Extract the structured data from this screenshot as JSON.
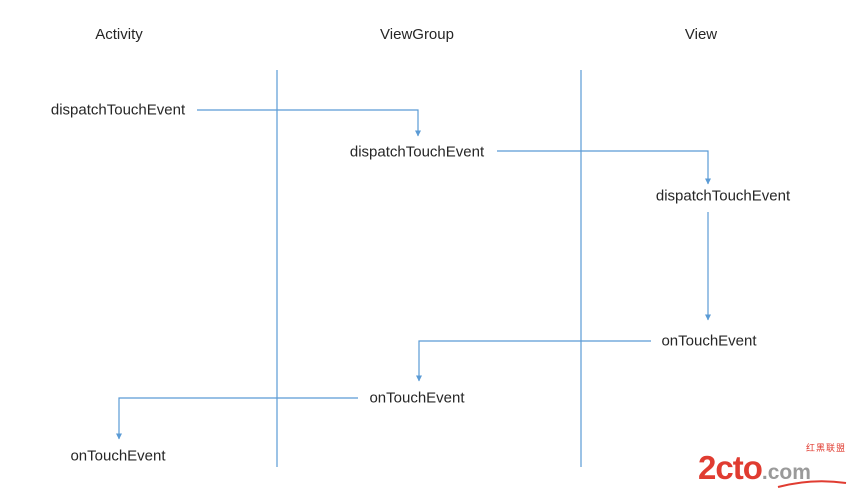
{
  "diagram": {
    "columns": [
      {
        "label": "Activity"
      },
      {
        "label": "ViewGroup"
      },
      {
        "label": "View"
      }
    ],
    "nodes": [
      {
        "id": "activity-dispatchTouchEvent",
        "label": "dispatchTouchEvent"
      },
      {
        "id": "viewgroup-dispatchTouchEvent",
        "label": "dispatchTouchEvent"
      },
      {
        "id": "view-dispatchTouchEvent",
        "label": "dispatchTouchEvent"
      },
      {
        "id": "view-onTouchEvent",
        "label": "onTouchEvent"
      },
      {
        "id": "viewgroup-onTouchEvent",
        "label": "onTouchEvent"
      },
      {
        "id": "activity-onTouchEvent",
        "label": "onTouchEvent"
      }
    ],
    "flow": [
      "Activity.dispatchTouchEvent -> ViewGroup.dispatchTouchEvent",
      "ViewGroup.dispatchTouchEvent -> View.dispatchTouchEvent",
      "View.dispatchTouchEvent -> View.onTouchEvent",
      "View.onTouchEvent -> ViewGroup.onTouchEvent",
      "ViewGroup.onTouchEvent -> Activity.onTouchEvent"
    ],
    "colors": {
      "line": "#5b9bd5",
      "text": "#262626"
    }
  },
  "watermark": {
    "brand": "2cto",
    "suffix": ".com",
    "tagline": "红黑联盟",
    "colors": {
      "brand": "#e03c31",
      "suffix": "#9a9a9a"
    }
  }
}
